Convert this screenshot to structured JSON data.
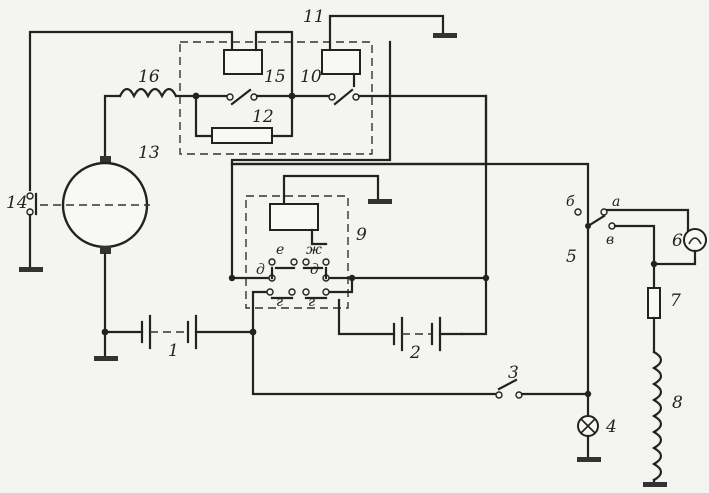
{
  "labels": {
    "n1": "1",
    "n2": "2",
    "n3": "3",
    "n4": "4",
    "n5": "5",
    "n6": "6",
    "n7": "7",
    "n8": "8",
    "n9": "9",
    "n10": "10",
    "n11": "11",
    "n12": "12",
    "n13": "13",
    "n14": "14",
    "n15": "15",
    "n16": "16"
  },
  "letters": {
    "a": "а",
    "b": "б",
    "v": "в",
    "g1": "г",
    "g2": "г",
    "d1": "д",
    "d2": "д",
    "e": "е",
    "zh": "ж"
  }
}
